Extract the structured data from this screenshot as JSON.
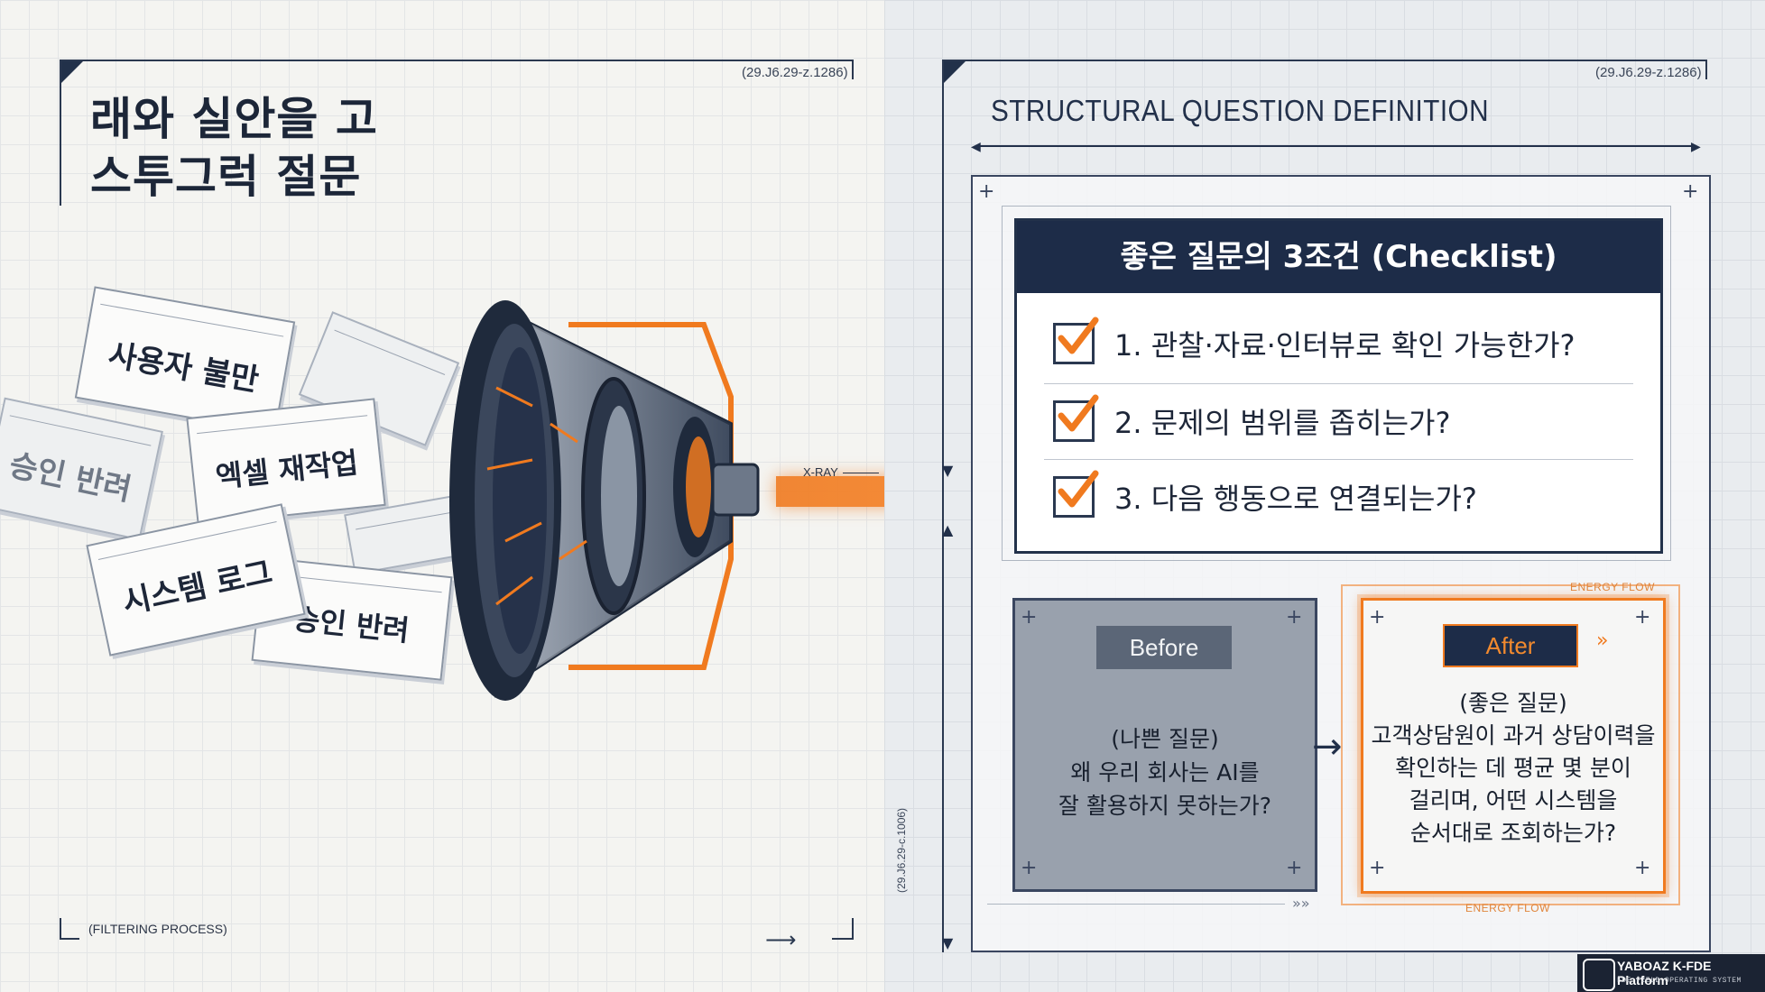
{
  "left": {
    "code": "(29.J6.29-z.1286)",
    "title_line1": "래와 실안을 고",
    "title_line2": "스투그럭 절문",
    "cards": [
      "사용자 불만",
      "승인 반려",
      "엑셀 재작업",
      "시스템 로그",
      "승인 반려"
    ],
    "xray_label": "X-RAY",
    "footer": "(FILTERING PROCESS)"
  },
  "right": {
    "code": "(29.J6.29-z.1286)",
    "section_title": "STRUCTURAL QUESTION DEFINITION",
    "vertical_code": "(29.J6.29-c.1006)",
    "checklist": {
      "title": "좋은 질문의 3조건 (Checklist)",
      "items": [
        "1. 관찰·자료·인터뷰로 확인 가능한가?",
        "2. 문제의 범위를 좁히는가?",
        "3. 다음 행동으로 연결되는가?"
      ]
    },
    "before": {
      "tag": "Before",
      "line1": "(나쁜 질문)",
      "line2": "왜 우리 회사는 AI를",
      "line3": "잘 활용하지 못하는가?"
    },
    "after": {
      "tag": "After",
      "line1": "(좋은 질문)",
      "line2": "고객상담원이 과거 상담이력을",
      "line3": "확인하는 데 평균 몇 분이",
      "line4": "걸리며, 어떤 시스템을",
      "line5": "순서대로 조회하는가?"
    },
    "energy_top": "ENERGY FLOW",
    "energy_bottom": "ENERGY FLOW"
  },
  "badge": {
    "name": "YABOAZ K-FDE Platform",
    "sub": "FDE FIELD OPERATING SYSTEM"
  },
  "colors": {
    "navy": "#1d2c48",
    "orange": "#f07a1f",
    "before_gray": "#99a1ad"
  }
}
